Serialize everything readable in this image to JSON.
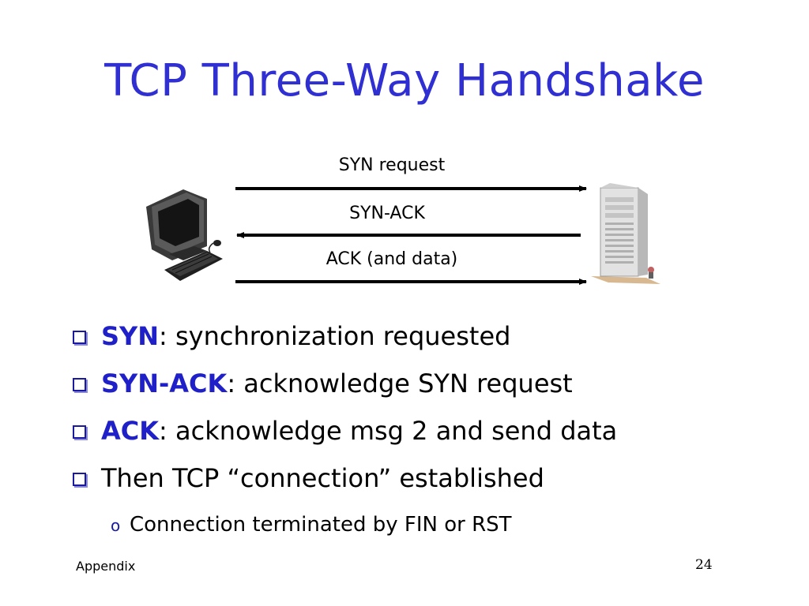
{
  "slide": {
    "title": "TCP Three-Way Handshake"
  },
  "diagram": {
    "messages": [
      {
        "label": "SYN request",
        "direction": "client-to-server"
      },
      {
        "label": "SYN-ACK",
        "direction": "server-to-client"
      },
      {
        "label": "ACK (and data)",
        "direction": "client-to-server"
      }
    ],
    "icons": [
      "desktop-computer-icon",
      "server-tower-icon"
    ]
  },
  "bullets": [
    {
      "term": "SYN",
      "rest": ": synchronization requested"
    },
    {
      "term": "SYN-ACK",
      "rest": ": acknowledge SYN request"
    },
    {
      "term": "ACK",
      "rest": ": acknowledge msg 2 and send data"
    },
    {
      "term": "",
      "rest": "Then TCP “connection” established"
    }
  ],
  "sub_bullet": {
    "marker": "o",
    "text": "Connection terminated by FIN or RST"
  },
  "footer": {
    "left": "Appendix",
    "page_number": "24"
  },
  "colors": {
    "title": "#2f2fd2",
    "term": "#2020c8"
  }
}
